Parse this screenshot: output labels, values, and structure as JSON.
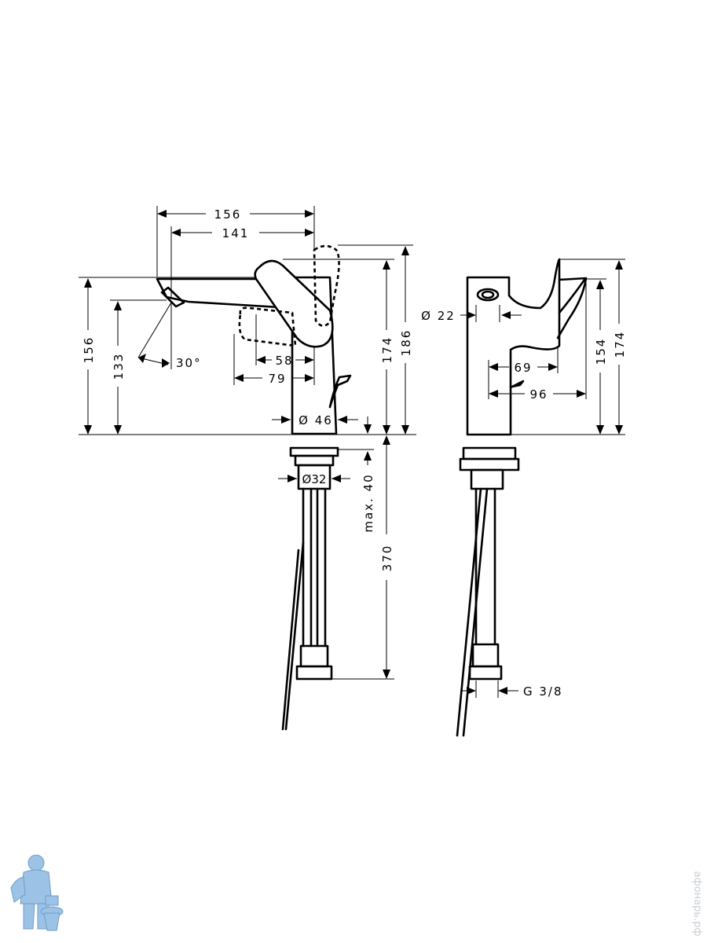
{
  "dimensions": {
    "overall_spout_length": "156",
    "spout_reach": "141",
    "total_height_left": "156",
    "spout_outlet_height": "133",
    "spout_angle": "30°",
    "handle_offset_58": "58",
    "handle_offset_79": "79",
    "height_174_left": "174",
    "height_186": "186",
    "base_diameter": "Ø 46",
    "shank_diameter": "Ø32",
    "max_deck_thickness": "max. 40",
    "hose_length": "370",
    "popup_rod_diameter": "Ø 22",
    "handle_depth_69": "69",
    "handle_depth_96": "96",
    "height_154": "154",
    "height_174_right": "174",
    "connection_thread": "G 3/8"
  },
  "watermark": {
    "vertical_text": "афонарь.рф"
  },
  "colors": {
    "line": "#000000",
    "background": "#ffffff",
    "logo_blue": "#9cc3e6"
  }
}
